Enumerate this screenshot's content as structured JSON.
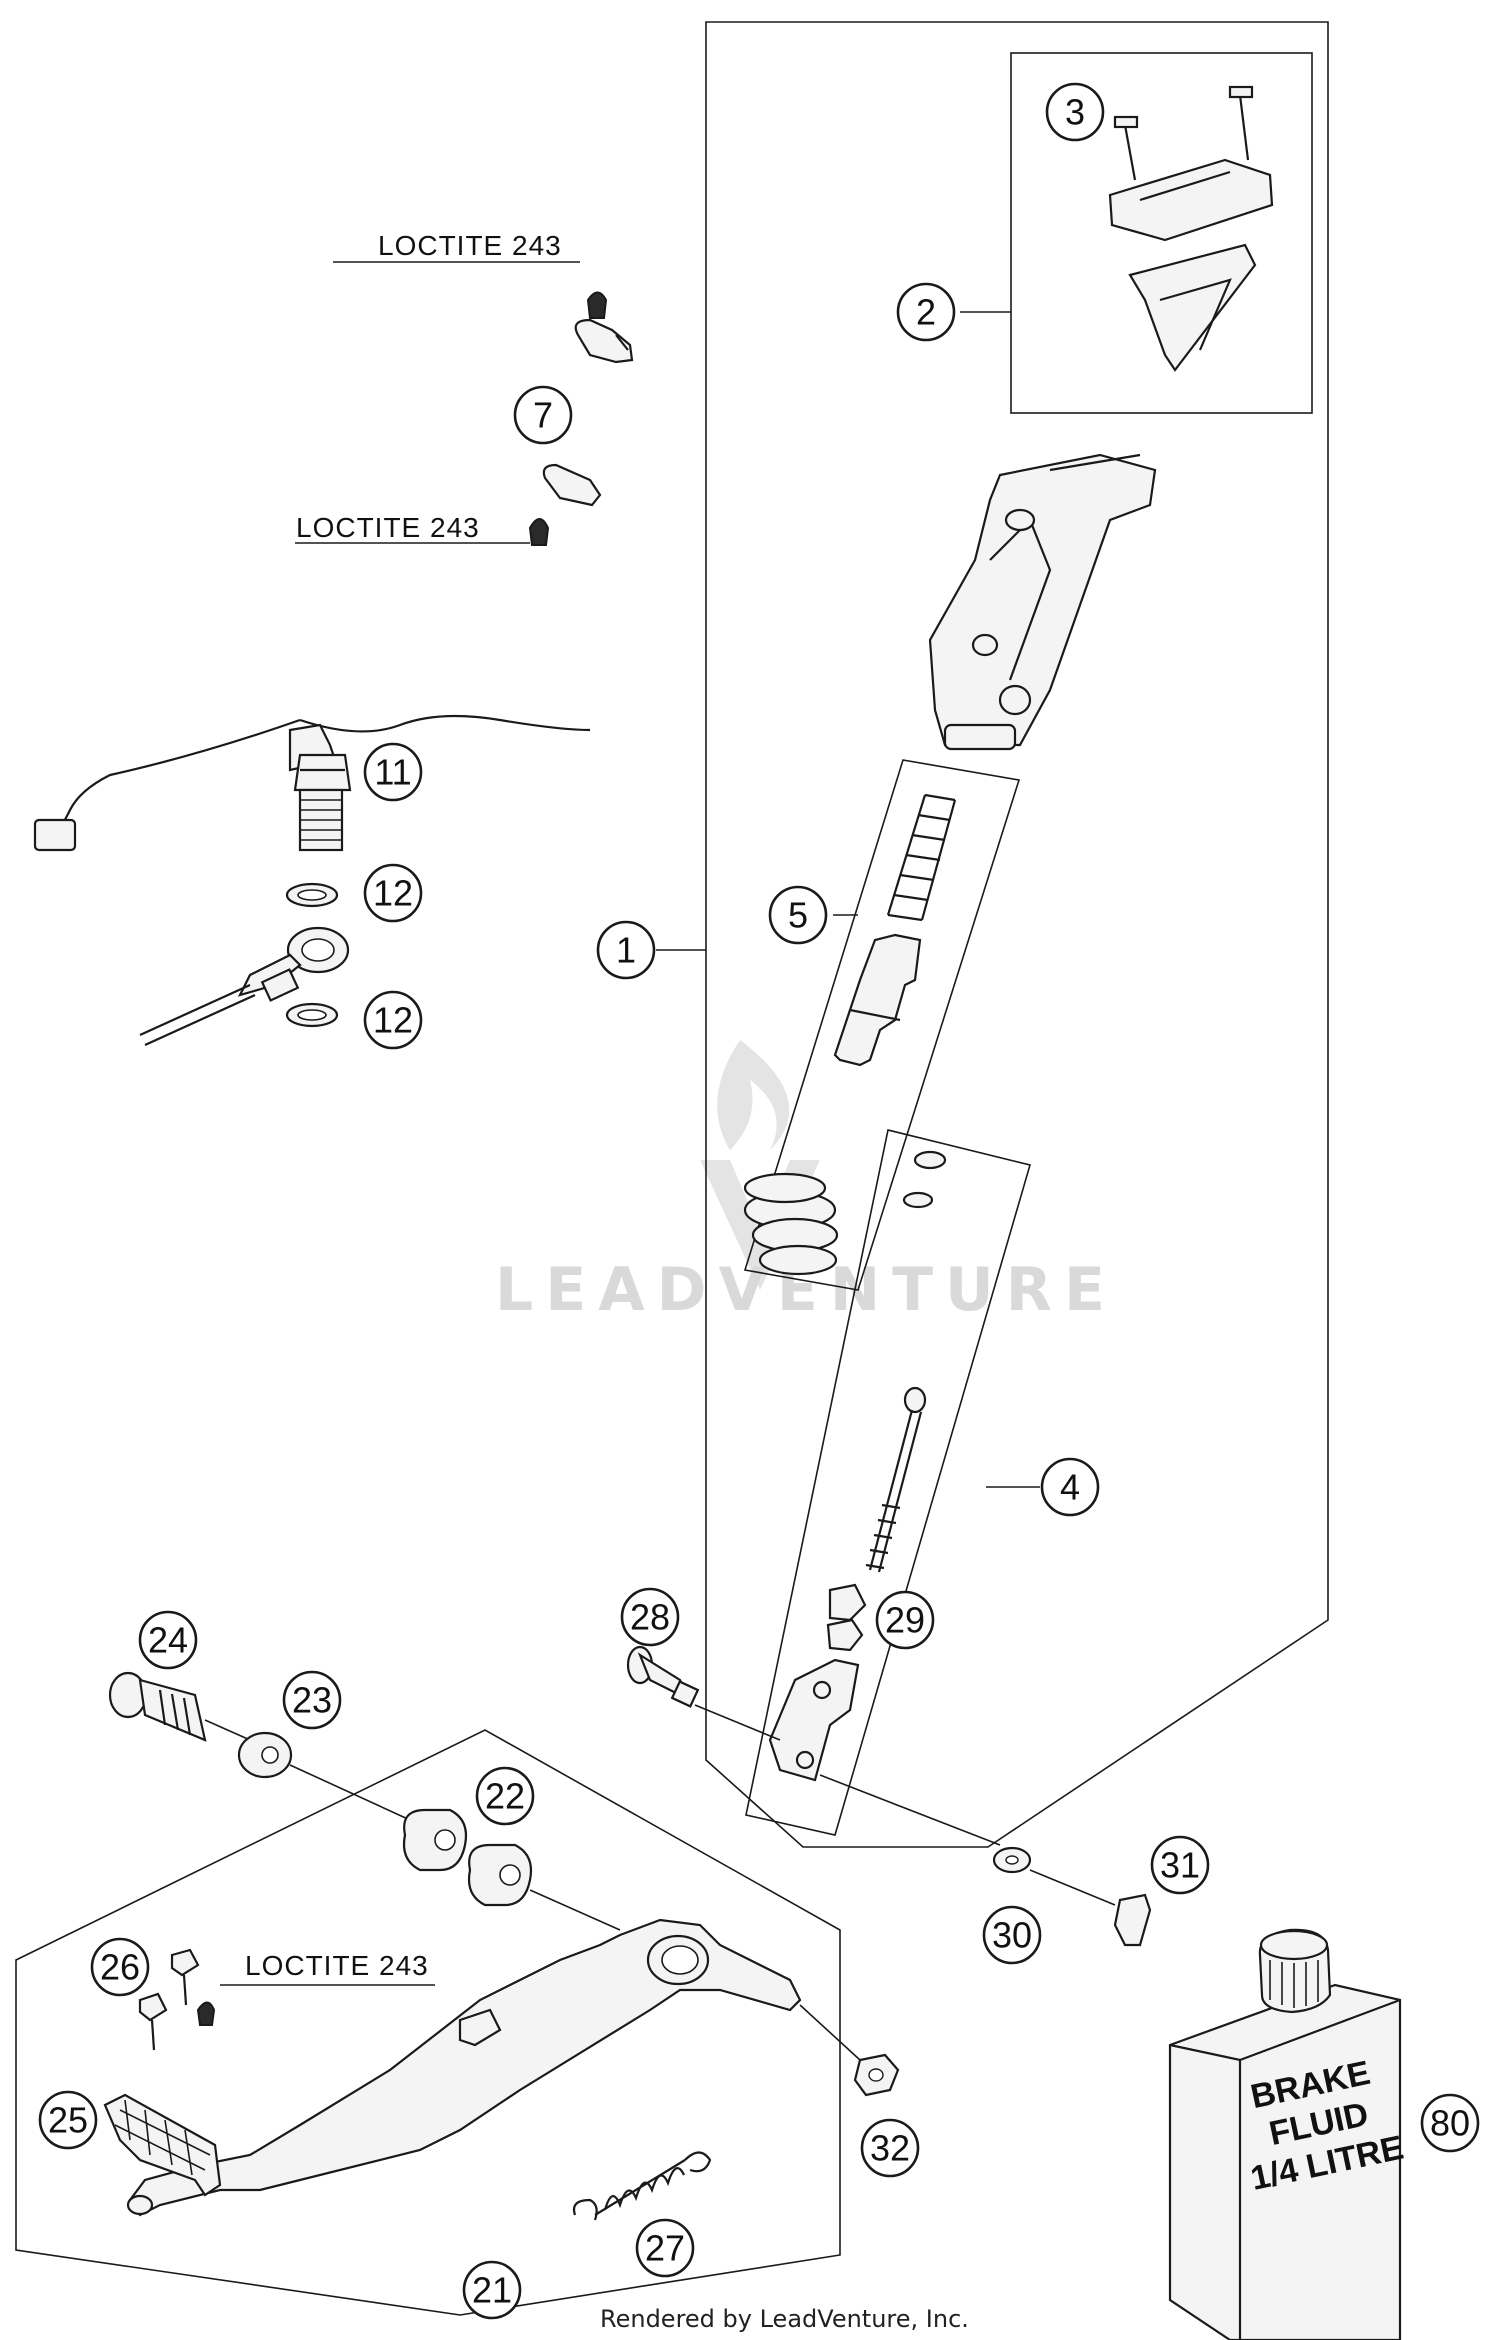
{
  "callouts": {
    "c1": "1",
    "c2": "2",
    "c3": "3",
    "c4": "4",
    "c5": "5",
    "c7": "7",
    "c11": "11",
    "c12a": "12",
    "c12b": "12",
    "c21": "21",
    "c22": "22",
    "c23": "23",
    "c24": "24",
    "c25": "25",
    "c26": "26",
    "c27": "27",
    "c28": "28",
    "c29": "29",
    "c30": "30",
    "c31": "31",
    "c32": "32",
    "c80": "80"
  },
  "notes": {
    "loctite_1": "LOCTITE 243",
    "loctite_2": "LOCTITE 243",
    "loctite_3": "LOCTITE 243"
  },
  "bottle_label": {
    "line1": "BRAKE",
    "line2": "FLUID",
    "line3": "1/4 LITRE"
  },
  "watermark": "LEADVENTURE",
  "footer": "Rendered by LeadVenture, Inc."
}
